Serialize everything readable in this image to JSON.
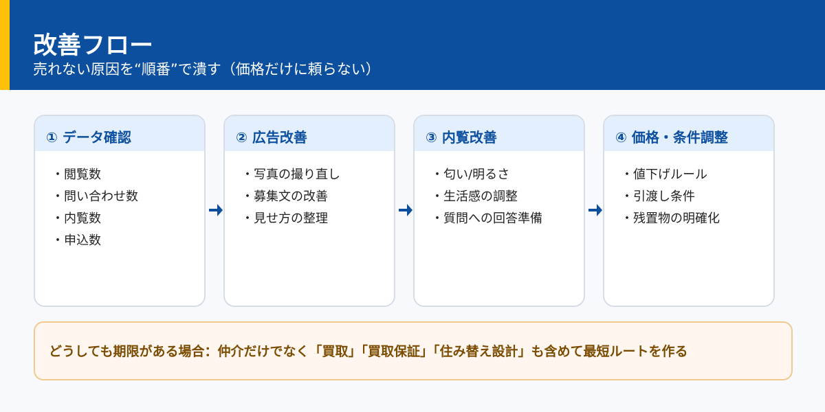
{
  "header": {
    "title": "改善フロー",
    "subtitle": "売れない原因を“順番”で潰す（価格だけに頼らない）"
  },
  "steps": [
    {
      "title": "① データ確認",
      "items": [
        "閲覧数",
        "問い合わせ数",
        "内覧数",
        "申込数"
      ]
    },
    {
      "title": "② 広告改善",
      "items": [
        "写真の撮り直し",
        "募集文の改善",
        "見せ方の整理"
      ]
    },
    {
      "title": "③ 内覧改善",
      "items": [
        "匂い/明るさ",
        "生活感の調整",
        "質問への回答準備"
      ]
    },
    {
      "title": "④ 価格・条件調整",
      "items": [
        "値下げルール",
        "引渡し条件",
        "残置物の明確化"
      ]
    }
  ],
  "note": "どうしても期限がある場合：仲介だけでなく「買取」「買取保証」「住み替え設計」も含めて最短ルートを作る",
  "colors": {
    "primary": "#0c4f9e",
    "accent": "#ffc107",
    "note_text": "#7a4b00"
  }
}
